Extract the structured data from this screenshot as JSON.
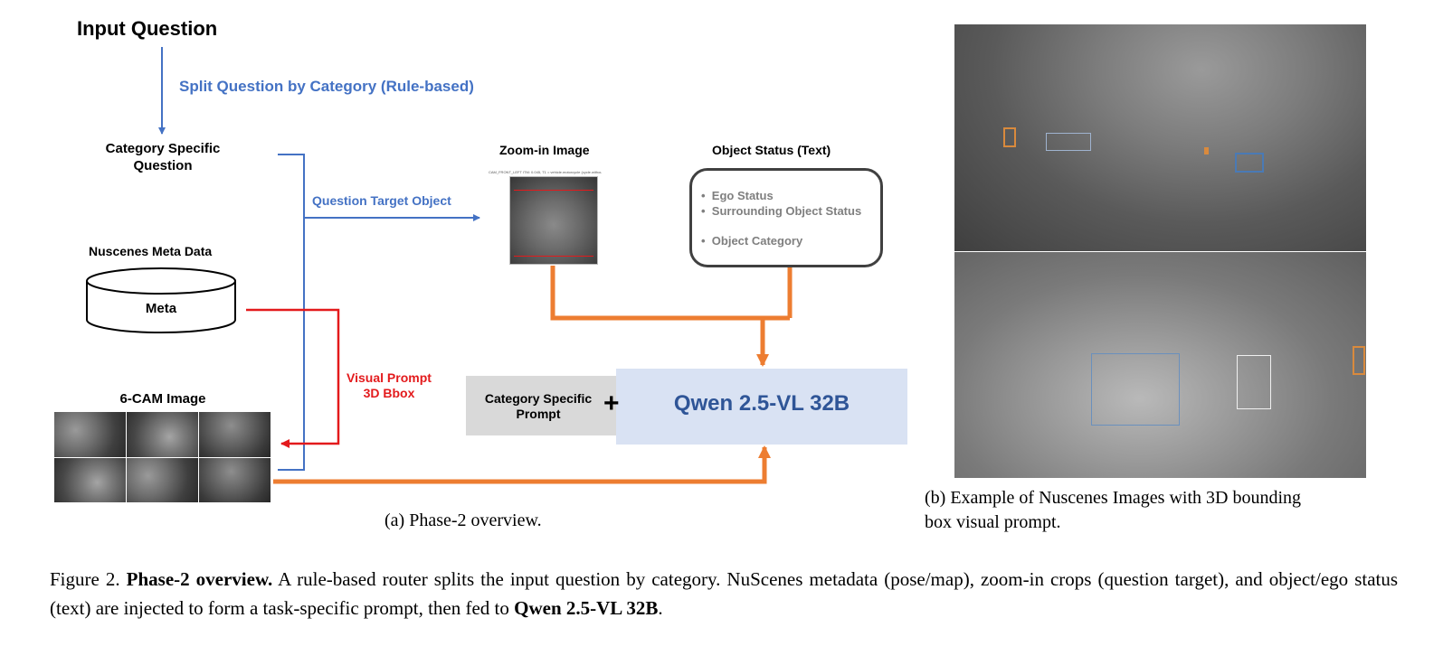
{
  "diagram": {
    "input_question": "Input Question",
    "split_label": "Split Question by Category (Rule-based)",
    "category_specific_question": [
      "Category Specific",
      "Question"
    ],
    "question_target_object": "Question Target Object",
    "nuscenes_meta_data": "Nuscenes Meta Data",
    "meta": "Meta",
    "visual_prompt": [
      "Visual Prompt",
      "3D Bbox"
    ],
    "six_cam_image": "6-CAM Image",
    "zoom_in_image": "Zoom-in Image",
    "zoom_in_caption": "CAM_FRONT_LEFT ITM: 0.045, T1 = vehicle.motorcycle (cycle.without_rider) = 7.3m",
    "object_status": "Object Status (Text)",
    "status_items": [
      "Ego Status",
      "Surrounding Object Status",
      "Object Category"
    ],
    "category_specific_prompt": [
      "Category Specific",
      "Prompt"
    ],
    "plus": "+",
    "model": "Qwen 2.5-VL 32B"
  },
  "colors": {
    "blue_text": "#4472c4",
    "red": "#e31a1c",
    "orange": "#ed7d31",
    "model_box": "#d9e2f3",
    "model_text": "#2f5597",
    "prompt_box": "#d9d9d9",
    "status_text": "#7f7f7f"
  },
  "captions": {
    "a": "(a) Phase-2 overview.",
    "b_line1": "(b) Example of Nuscenes Images with 3D bounding",
    "b_line2": "box visual prompt."
  },
  "figure": {
    "label": "Figure 2.",
    "bold_title": "Phase-2 overview.",
    "text_part1": "A rule-based router splits the input question by category. NuScenes metadata (pose/map), zoom-in crops (question target), and object/ego status (text) are injected to form a task-specific prompt, then fed to",
    "bold_model": "Qwen 2.5-VL 32B",
    "end": "."
  }
}
